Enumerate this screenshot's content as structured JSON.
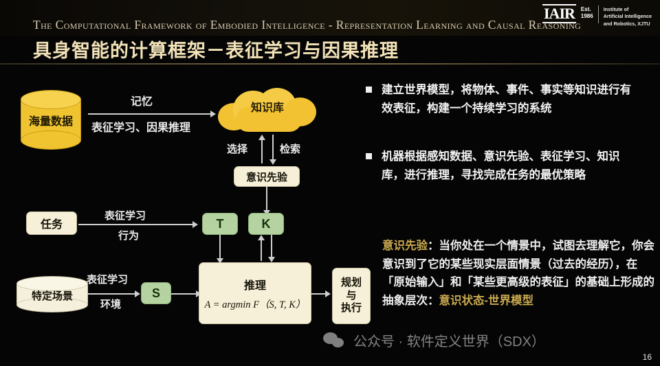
{
  "header": {
    "english_title": "The Computational Framework of Embodied Intelligence - Representation Learning and Causal Reasoning",
    "chinese_title": "具身智能的计算框架－表征学习与因果推理"
  },
  "logo": {
    "mark": "IAIR",
    "est_label": "Est.",
    "est_year": "1986",
    "institute_line1": "Institute of",
    "institute_line2": "Artificial Intelligence",
    "institute_line3": "and Robotics, XJTU"
  },
  "diagram": {
    "nodes": {
      "massive_data": "海量数据",
      "knowledge_base": "知识库",
      "conscious_prior": "意识先验",
      "task": "任务",
      "specific_scene": "特定场景",
      "box_s": "S",
      "box_t": "T",
      "box_k": "K",
      "inference_title": "推理",
      "inference_formula": "A = argmin F（S, T, K）",
      "plan_line1": "规划",
      "plan_line2": "与",
      "plan_line3": "执行"
    },
    "edge_labels": {
      "memory": "记忆",
      "repr_causal": "表征学习、因果推理",
      "select": "选择",
      "retrieve": "检索",
      "repr_learning_task": "表征学习",
      "behavior": "行为",
      "repr_learning_scene": "表征学习",
      "environment": "环境"
    }
  },
  "bullets": [
    "建立世界模型，将物体、事件、事实等知识进行有效表征，构建一个持续学习的系统",
    "机器根据感知数据、意识先验、表征学习、知识库，进行推理，寻找完成任务的最优策略"
  ],
  "paragraph": {
    "lead": "意识先验",
    "colon": "：",
    "body": "当你处在一个情景中，试图去理解它，你会意识到了它的某些现实层面情景（过去的经历），在「原始输入」和「某些更高级的表征」的基础上形成的抽象层次：",
    "highlight_tail": "意识状态-世界模型"
  },
  "watermark": {
    "icon": "wechat-icon",
    "text": "公众号 · 软件定义世界（SDX）"
  },
  "page_number": "16",
  "colors": {
    "background": "#050505",
    "gold": "#c9a94e",
    "cream": "#f7f0d8",
    "green": "#b5d3a0",
    "amber": "#f0c330",
    "title_cream": "#f2e2b8"
  }
}
